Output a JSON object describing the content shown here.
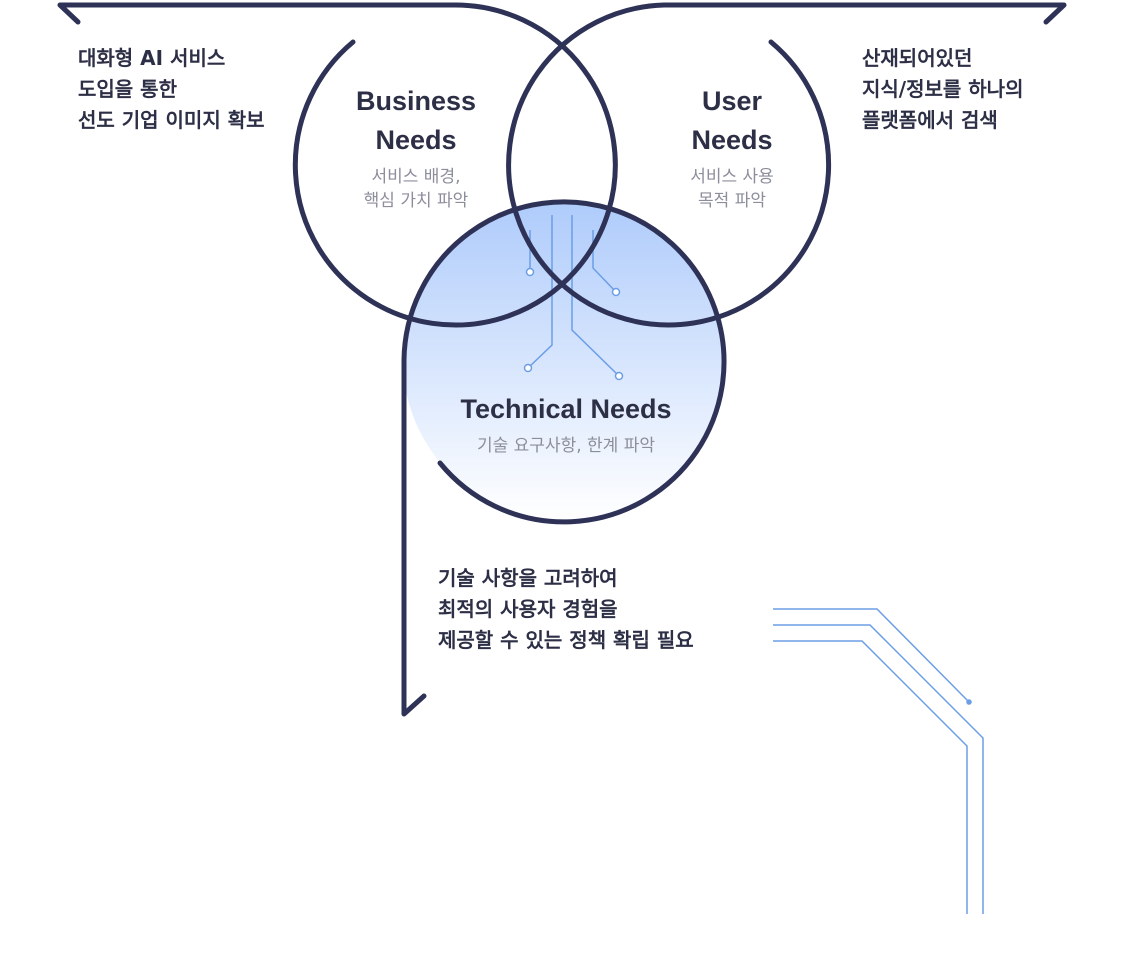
{
  "colors": {
    "ring": "#2e3257",
    "fill_top": "#aecbfb",
    "fill_bottom": "#ffffff",
    "trace": "#6b9ee6",
    "title": "#2c2f45",
    "subtitle": "#8c8e9c"
  },
  "circles": {
    "business": {
      "title_lines": [
        "Business",
        "Needs"
      ],
      "sub_lines": [
        "서비스 배경,",
        "핵심 가치 파악"
      ]
    },
    "user": {
      "title_lines": [
        "User",
        "Needs"
      ],
      "sub_lines": [
        "서비스 사용",
        "목적 파악"
      ]
    },
    "technical": {
      "title_lines": [
        "Technical Needs"
      ],
      "sub_lines": [
        "기술 요구사항, 한계 파악"
      ]
    }
  },
  "notes": {
    "business": [
      "대화형 AI 서비스",
      "도입을 통한",
      "선도 기업 이미지 확보"
    ],
    "user": [
      "산재되어있던",
      "지식/정보를 하나의",
      "플랫폼에서 검색"
    ],
    "technical": [
      "기술 사항을 고려하여",
      "최적의 사용자 경험을",
      "제공할 수 있는 정책 확립 필요"
    ]
  }
}
